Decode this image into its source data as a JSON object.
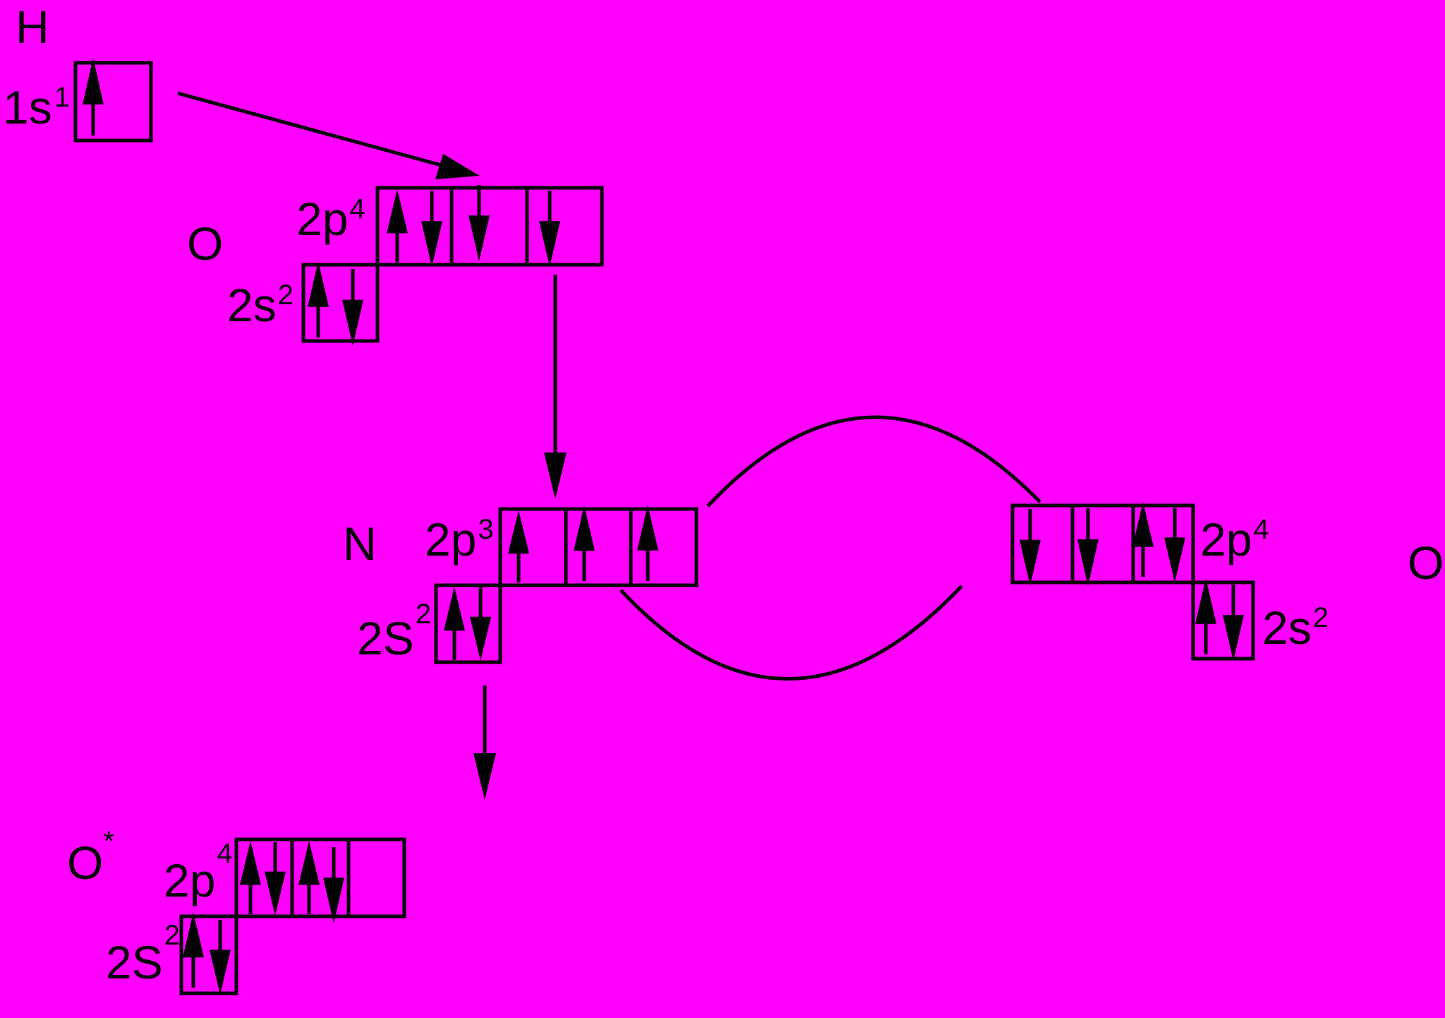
{
  "colors": {
    "background": "#ff00ff",
    "ink": "#000000"
  },
  "atoms": {
    "h": {
      "symbol": "H",
      "orbitals": [
        {
          "label": "1s",
          "sup": "1",
          "electrons": [
            "up"
          ]
        }
      ]
    },
    "o_top": {
      "symbol": "O",
      "orbitals": [
        {
          "label": "2p",
          "sup": "4",
          "cells": [
            [
              "up",
              "down"
            ],
            [
              "down"
            ],
            [
              "down"
            ]
          ]
        },
        {
          "label": "2s",
          "sup": "2",
          "cells": [
            [
              "up",
              "down"
            ]
          ]
        }
      ]
    },
    "n": {
      "symbol": "N",
      "orbitals": [
        {
          "label": "2p",
          "sup": "3",
          "cells": [
            [
              "up"
            ],
            [
              "up"
            ],
            [
              "up"
            ]
          ]
        },
        {
          "label": "2S",
          "sup": "2",
          "cells": [
            [
              "up",
              "down"
            ]
          ]
        }
      ]
    },
    "o_right": {
      "symbol": "O",
      "orbitals": [
        {
          "label": "2p",
          "sup": "4",
          "cells": [
            [
              "down"
            ],
            [
              "down"
            ],
            [
              "up",
              "down"
            ]
          ]
        },
        {
          "label": "2s",
          "sup": "2",
          "cells": [
            [
              "up",
              "down"
            ]
          ]
        }
      ]
    },
    "o_star": {
      "symbol": "O",
      "sup": "*",
      "orbitals": [
        {
          "label": "2p",
          "sup": "4",
          "cells": [
            [
              "up",
              "down"
            ],
            [
              "up",
              "down"
            ],
            []
          ]
        },
        {
          "label": "2S",
          "sup": "2",
          "cells": [
            [
              "up",
              "down"
            ]
          ]
        }
      ]
    }
  },
  "connectors": [
    {
      "from": "h.1s",
      "to": "o_top.2p",
      "type": "arrow"
    },
    {
      "from": "o_top.2p",
      "to": "n.2p",
      "type": "arrow"
    },
    {
      "from": "n.2p",
      "to": "o_right.2p",
      "type": "arc"
    },
    {
      "from": "n.2p",
      "to": "o_right.2p",
      "type": "arc"
    },
    {
      "from": "n.2s",
      "to": "o_star",
      "type": "arrow"
    }
  ]
}
